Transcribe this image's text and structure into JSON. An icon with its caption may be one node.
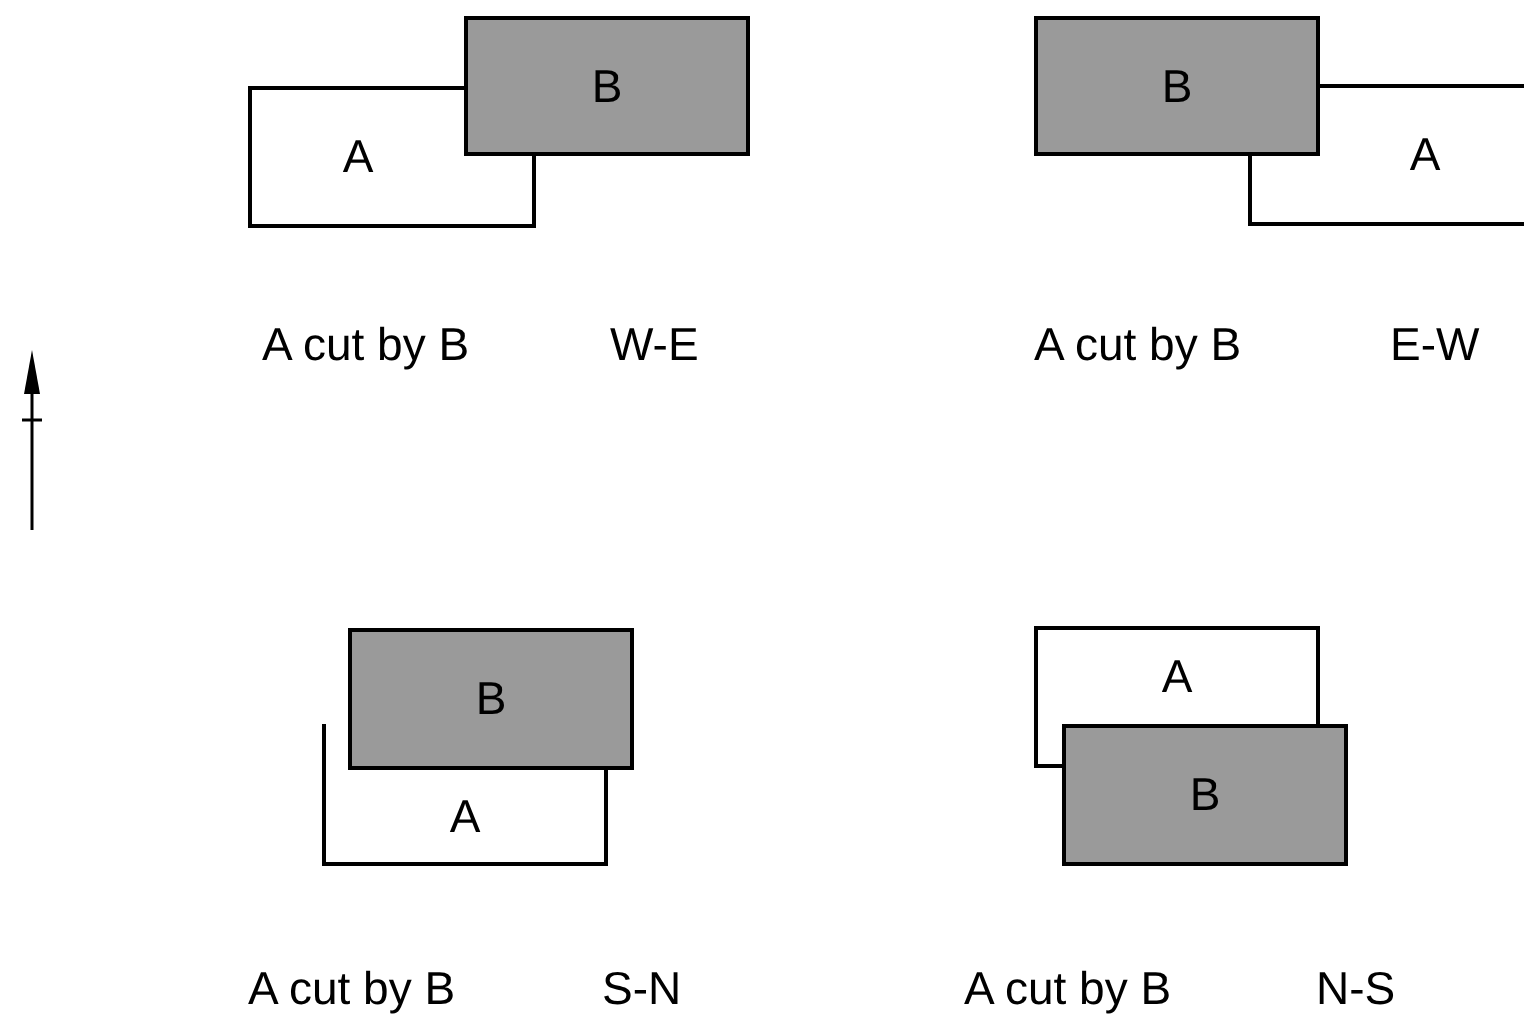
{
  "diagram": {
    "nodes": [
      {
        "text": [
          "B"
        ]
      },
      {
        "text": [
          "A"
        ]
      },
      {
        "text": [
          "B"
        ]
      },
      {
        "text": [
          "A"
        ]
      },
      {
        "text": [
          "B"
        ]
      },
      {
        "text": [
          "A"
        ]
      },
      {
        "text": [
          "A"
        ]
      },
      {
        "text": [
          "B"
        ]
      }
    ],
    "labels": [
      "A cut by B",
      "W-E",
      "A cut by B",
      "E-W",
      "A cut by B",
      "S-N",
      "A cut by B",
      "N-S"
    ]
  }
}
